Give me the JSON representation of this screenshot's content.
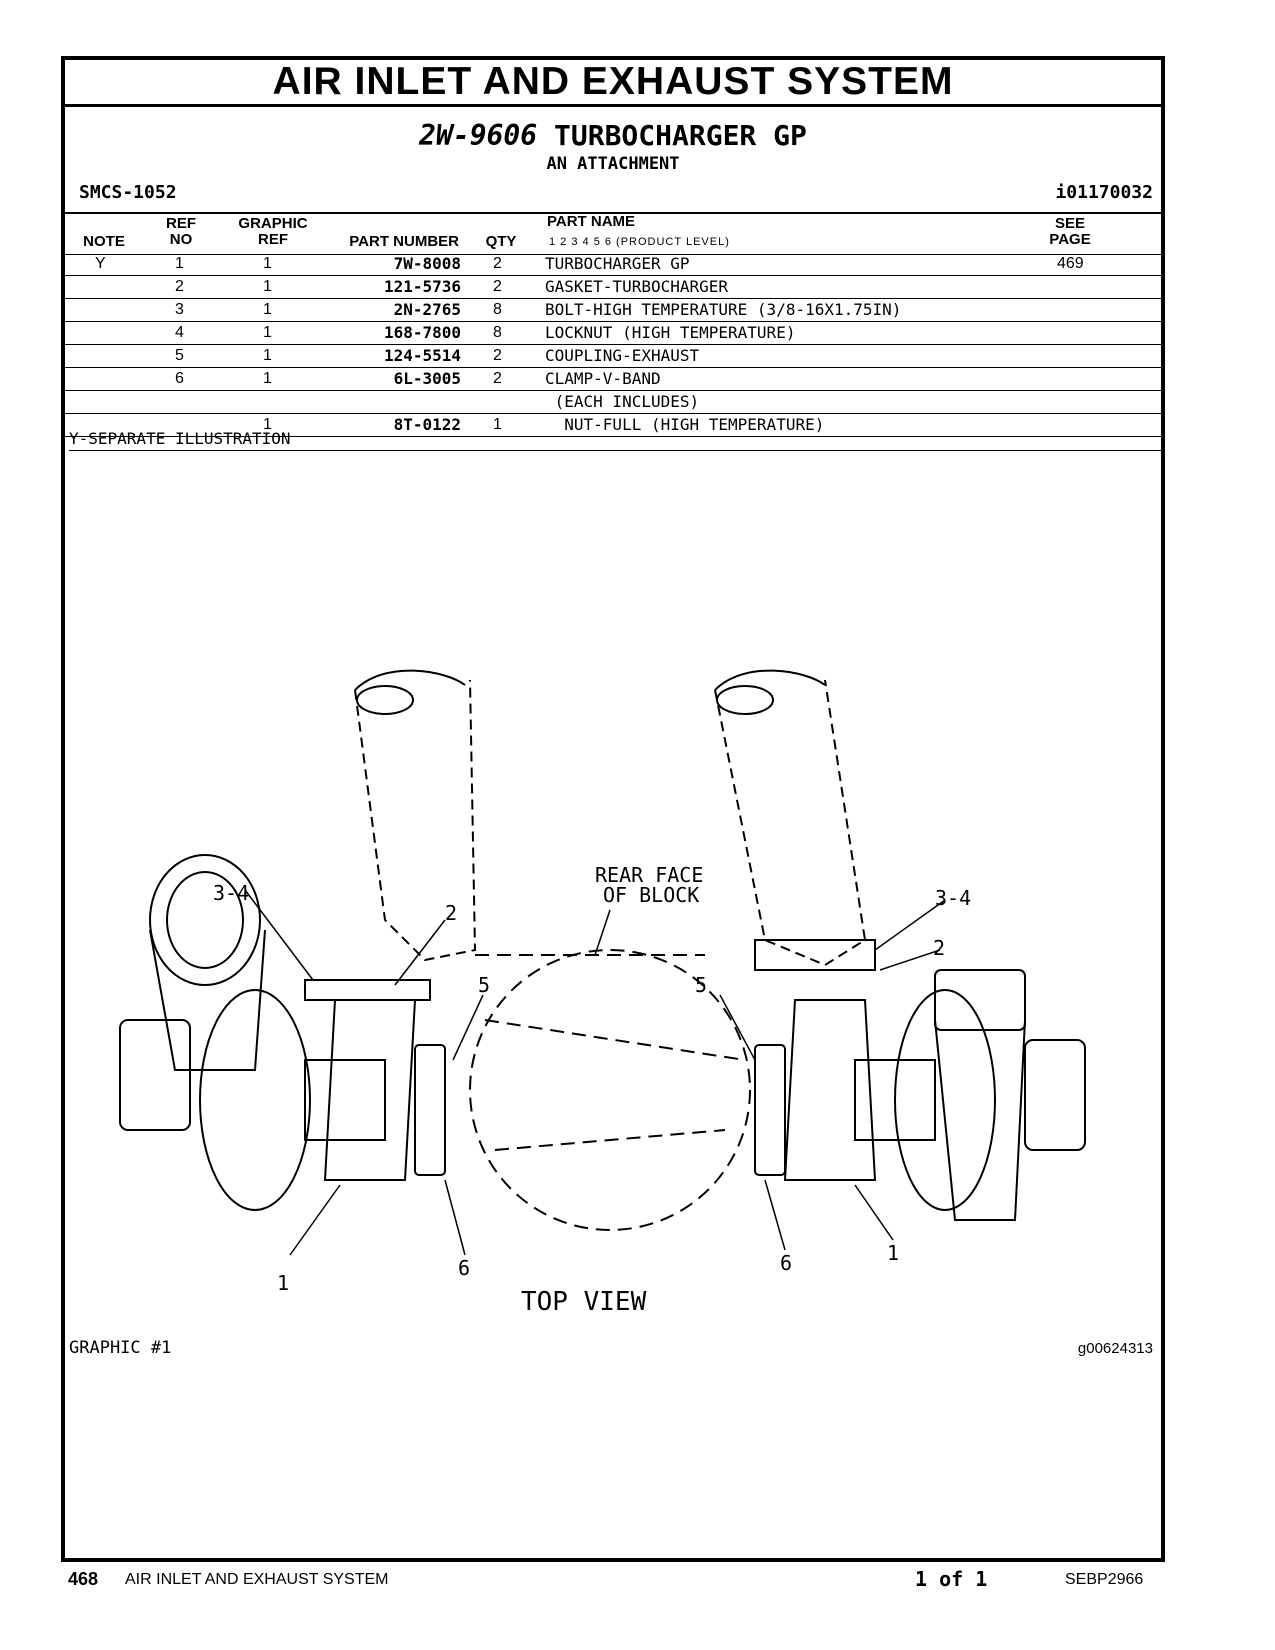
{
  "page": {
    "section_title": "AIR INLET AND EXHAUST SYSTEM",
    "group_part_number": "2W-9606",
    "group_name": "TURBOCHARGER GP",
    "group_subtitle": "AN ATTACHMENT",
    "smcs": "SMCS-1052",
    "doc_id": "i01170032"
  },
  "table": {
    "headers": {
      "note": "NOTE",
      "ref_no_top": "REF",
      "ref_no_bottom": "NO",
      "graphic_ref_top": "GRAPHIC",
      "graphic_ref_bottom": "REF",
      "part_number": "PART NUMBER",
      "qty": "QTY",
      "part_name": "PART NAME",
      "product_level": "1 2 3 4 5 6 (PRODUCT LEVEL)",
      "see_page_top": "SEE",
      "see_page_bottom": "PAGE"
    },
    "rows": [
      {
        "note": "Y",
        "ref": "1",
        "graphic": "1",
        "part": "7W-8008",
        "qty": "2",
        "name": "TURBOCHARGER GP",
        "page": "469"
      },
      {
        "note": "",
        "ref": "2",
        "graphic": "1",
        "part": "121-5736",
        "qty": "2",
        "name": "GASKET-TURBOCHARGER",
        "page": ""
      },
      {
        "note": "",
        "ref": "3",
        "graphic": "1",
        "part": "2N-2765",
        "qty": "8",
        "name": "BOLT-HIGH TEMPERATURE (3/8-16X1.75IN)",
        "page": ""
      },
      {
        "note": "",
        "ref": "4",
        "graphic": "1",
        "part": "168-7800",
        "qty": "8",
        "name": "LOCKNUT (HIGH TEMPERATURE)",
        "page": ""
      },
      {
        "note": "",
        "ref": "5",
        "graphic": "1",
        "part": "124-5514",
        "qty": "2",
        "name": "COUPLING-EXHAUST",
        "page": ""
      },
      {
        "note": "",
        "ref": "6",
        "graphic": "1",
        "part": "6L-3005",
        "qty": "2",
        "name": "CLAMP-V-BAND",
        "page": ""
      },
      {
        "note": "",
        "ref": "",
        "graphic": "",
        "part": "",
        "qty": "",
        "name": " (EACH INCLUDES)",
        "page": ""
      },
      {
        "note": "",
        "ref": "",
        "graphic": "1",
        "part": "8T-0122",
        "qty": "1",
        "name": "  NUT-FULL (HIGH TEMPERATURE)",
        "page": ""
      }
    ],
    "footnote": "Y-SEPARATE ILLUSTRATION"
  },
  "illustration": {
    "callouts": {
      "c34_left": "3-4",
      "c2_left": "2",
      "c5_left": "5",
      "c6_left": "6",
      "c1_left": "1",
      "c34_right": "3-4",
      "c2_right": "2",
      "c5_right": "5",
      "c6_right": "6",
      "c1_right": "1"
    },
    "rear_face_line1": "REAR FACE",
    "rear_face_line2": "OF BLOCK",
    "view_label": "TOP VIEW",
    "graphic_label": "GRAPHIC #1",
    "graphic_id": "g00624313"
  },
  "footer": {
    "page_number": "468",
    "section": "AIR INLET AND EXHAUST SYSTEM",
    "page_of": "1 of 1",
    "doc_code": "SEBP2966"
  }
}
